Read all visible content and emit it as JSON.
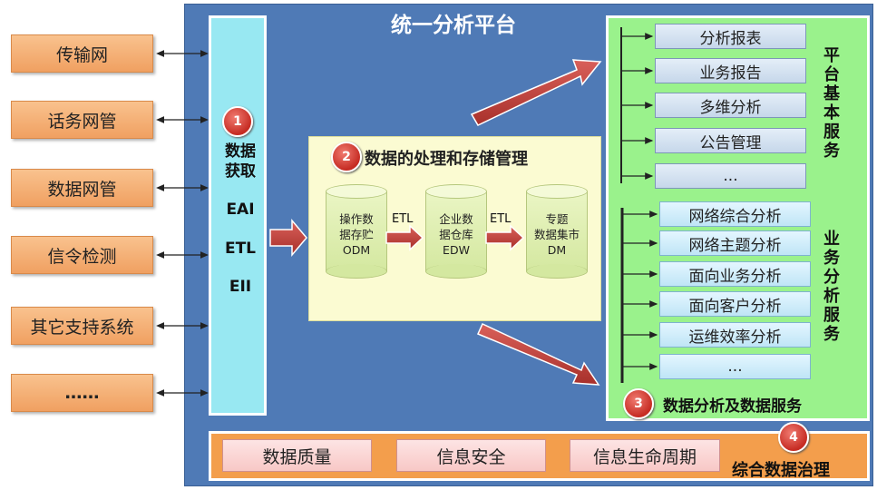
{
  "sources": [
    "传输网",
    "话务网管",
    "数据网管",
    "信令检测",
    "其它支持系统",
    "……"
  ],
  "platform_title": "统一分析平台",
  "acquisition": {
    "number": "1",
    "title_line1": "数据",
    "title_line2": "获取",
    "items": [
      "EAI",
      "ETL",
      "EII"
    ]
  },
  "processing": {
    "number": "2",
    "title": "数据的处理和存储管理",
    "etl_label": "ETL",
    "stores": [
      {
        "line1": "操作数",
        "line2": "据存贮",
        "line3": "ODM"
      },
      {
        "line1": "企业数",
        "line2": "据仓库",
        "line3": "EDW"
      },
      {
        "line1": "专题",
        "line2": "数据集市",
        "line3": "DM"
      }
    ]
  },
  "platform_services": {
    "label_chars": [
      "平",
      "台",
      "基",
      "本",
      "服",
      "务"
    ],
    "items": [
      "分析报表",
      "业务报告",
      "多维分析",
      "公告管理",
      "..."
    ]
  },
  "business_services": {
    "label_chars": [
      "业",
      "务",
      "分",
      "析",
      "服",
      "务"
    ],
    "items": [
      "网络综合分析",
      "网络主题分析",
      "面向业务分析",
      "面向客户分析",
      "运维效率分析",
      "..."
    ]
  },
  "analysis": {
    "number": "3",
    "title": "数据分析及数据服务"
  },
  "governance": {
    "number": "4",
    "title": "综合数据治理",
    "items": [
      "数据质量",
      "信息安全",
      "信息生命周期"
    ]
  }
}
